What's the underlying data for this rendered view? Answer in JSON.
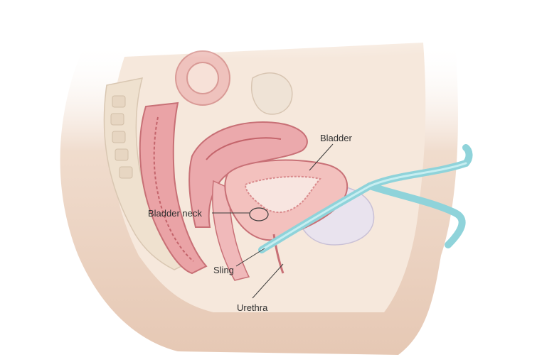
{
  "labels": {
    "bladder": "Bladder",
    "bladder_neck": "Bladder neck",
    "sling": "Sling",
    "urethra": "Urethra"
  },
  "colors": {
    "skin": "#ecd3c2",
    "bone": "#f5ead8",
    "tissue_pink": "#e8a0a4",
    "tissue_dark": "#c96e74",
    "bladder_wall": "#f1b8b6",
    "sling": "#a8dfe4",
    "outline": "#3a3a3a"
  }
}
